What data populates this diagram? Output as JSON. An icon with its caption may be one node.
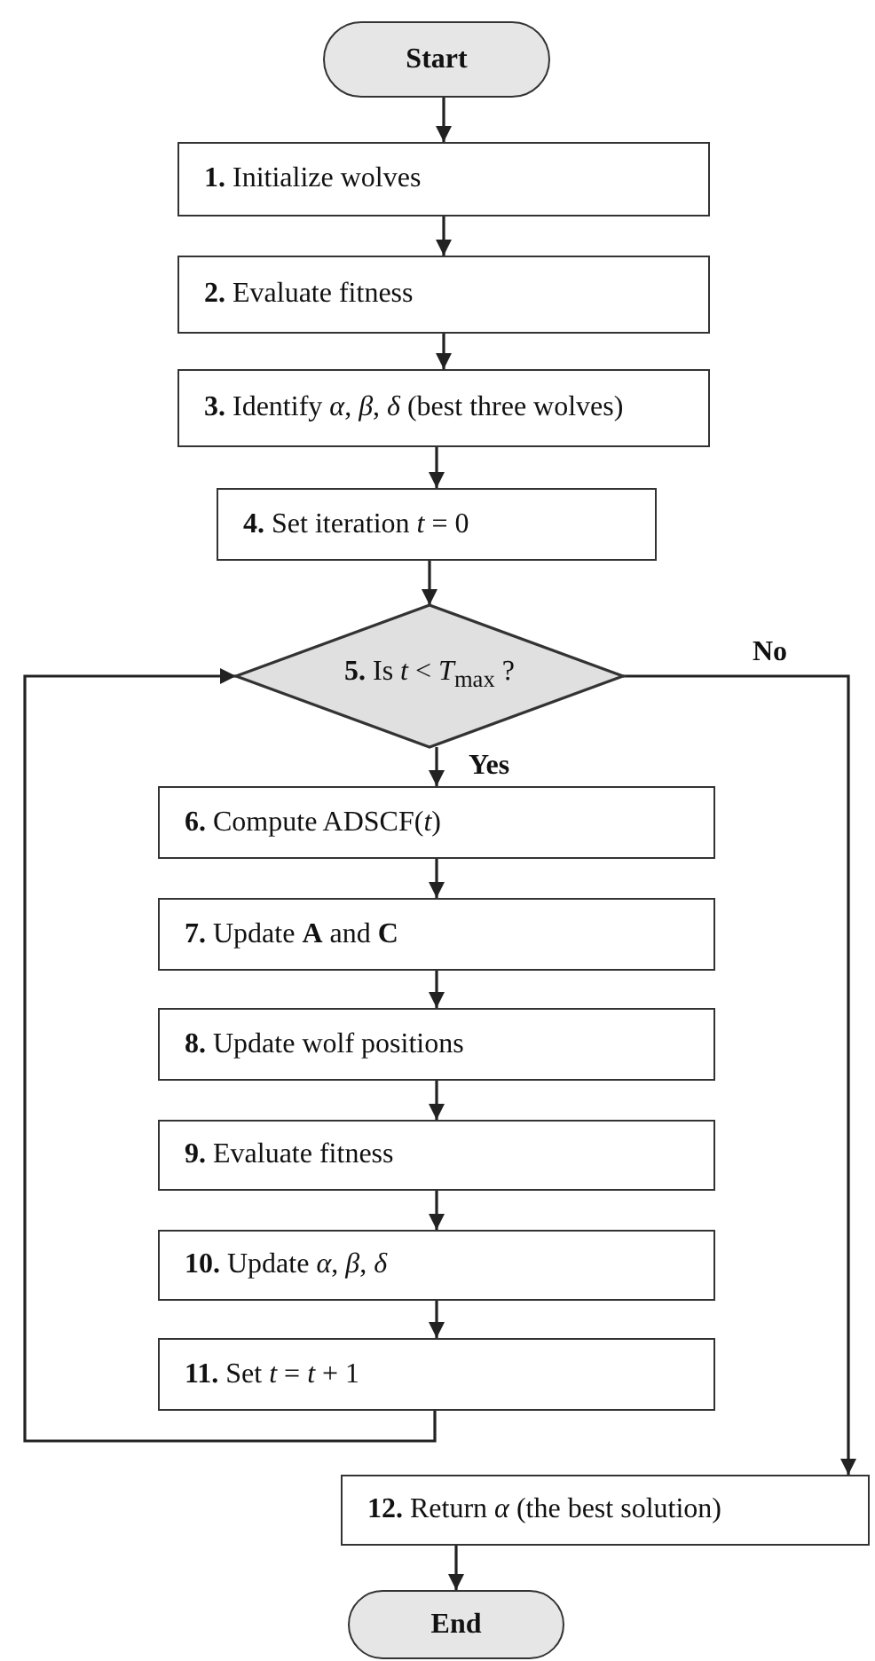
{
  "diagram": {
    "nodes": [
      {
        "text": [
          "Start"
        ]
      },
      {
        "text": [
          "**1.** Initialize wolves"
        ]
      },
      {
        "text": [
          "**2.** Evaluate fitness"
        ]
      },
      {
        "text": [
          "**3.** Identify *α*, *β*, *δ* (best three wolves)"
        ]
      },
      {
        "text": [
          "**4.** Set iteration *t* = 0"
        ]
      },
      {
        "text": [
          "**5.** Is *t* < *T*$_{max}$ ?"
        ]
      },
      {
        "text": [
          "**6.** Compute ADSCF(*t*)"
        ]
      },
      {
        "text": [
          "**7.** Update **A** and **C**"
        ]
      },
      {
        "text": [
          "**8.** Update wolf positions"
        ]
      },
      {
        "text": [
          "**9.** Evaluate fitness"
        ]
      },
      {
        "text": [
          "**10.** Update *α*, *β*, *δ*"
        ]
      },
      {
        "text": [
          "**11.** Set *t* = *t* + 1"
        ]
      },
      {
        "text": [
          "**12.** Return *α* (the best solution)"
        ]
      },
      {
        "text": [
          "End"
        ]
      }
    ],
    "edges": [
      {
        "from": 0,
        "to": 1,
        "arrow": "to"
      },
      {
        "from": 1,
        "to": 2,
        "arrow": "to"
      },
      {
        "from": 2,
        "to": 3,
        "arrow": "to"
      },
      {
        "from": 3,
        "to": 4,
        "arrow": "to"
      },
      {
        "from": 4,
        "to": 5,
        "arrow": "to"
      },
      {
        "from": 5,
        "to": 6,
        "arrow": "to",
        "label": "Yes"
      },
      {
        "from": 6,
        "to": 7,
        "arrow": "to"
      },
      {
        "from": 7,
        "to": 8,
        "arrow": "to"
      },
      {
        "from": 8,
        "to": 9,
        "arrow": "to"
      },
      {
        "from": 9,
        "to": 10,
        "arrow": "to"
      },
      {
        "from": 10,
        "to": 11,
        "arrow": "to"
      },
      {
        "from": 11,
        "to": 5,
        "arrow": "to"
      },
      {
        "from": 5,
        "to": 12,
        "arrow": "to",
        "label": "No"
      },
      {
        "from": 12,
        "to": 13,
        "arrow": "to"
      }
    ]
  }
}
